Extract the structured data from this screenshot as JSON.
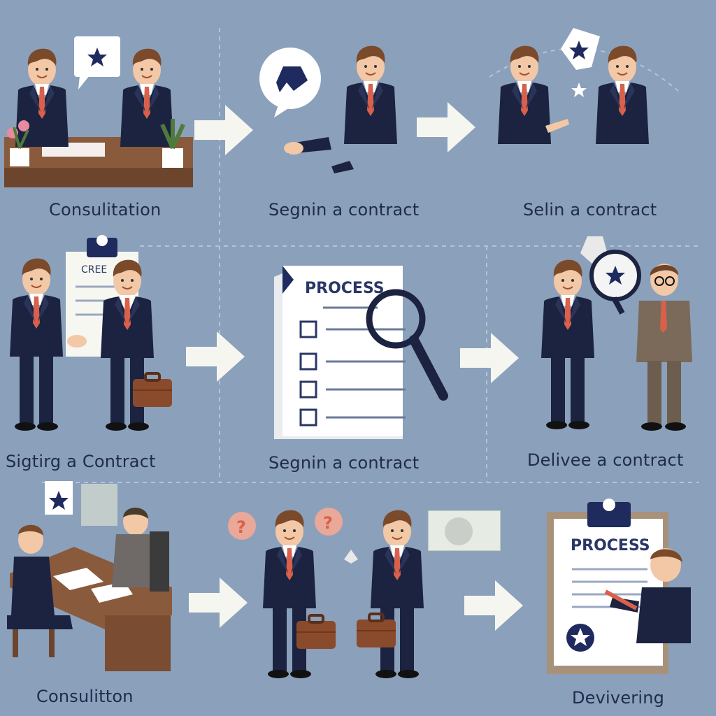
{
  "steps": [
    {
      "label": "Consulitation"
    },
    {
      "label": "Segnin a contract"
    },
    {
      "label": "Selin a contract"
    },
    {
      "label": "Sigtirg a Contract"
    },
    {
      "label": "Segnin a contract"
    },
    {
      "label": "Delivee a contract"
    },
    {
      "label": "Consulitton"
    },
    {
      "label": "Devivering"
    }
  ],
  "documents": {
    "process_top": "PROCESS",
    "process_bottom": "PROCESS",
    "sheet_text": "CREE"
  },
  "colors": {
    "background": "#8ba0bb",
    "suit": "#1b2340",
    "tie": "#d9604a",
    "arrow": "#f6f6f0",
    "desk": "#8a5a3c",
    "star": "#1f2b5e",
    "label_text": "#1f2b4d"
  }
}
